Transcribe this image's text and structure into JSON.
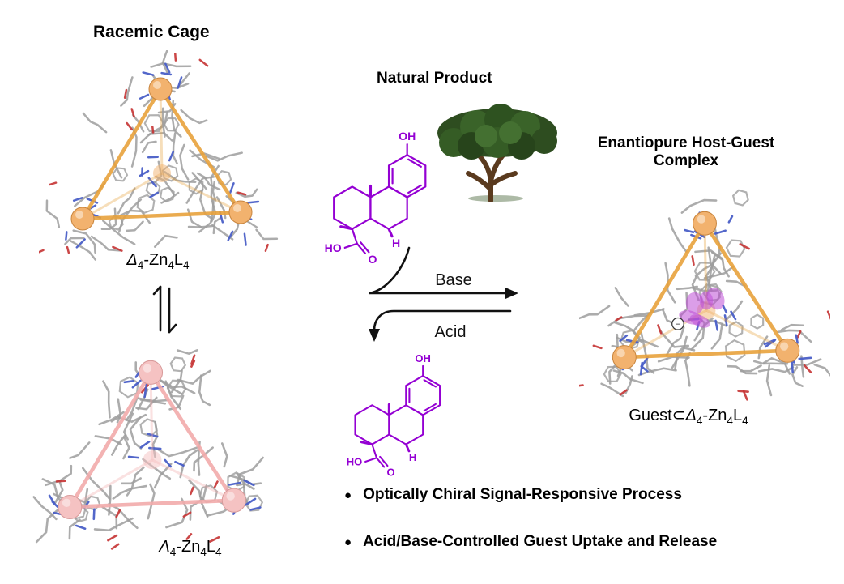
{
  "titles": {
    "racemic_cage": "Racemic Cage",
    "natural_product": "Natural Product",
    "host_guest_complex": "Enantiopure Host-Guest Complex"
  },
  "labels": {
    "delta_cage": [
      {
        "t": "Δ",
        "i": true
      },
      {
        "t": "4",
        "sub": true
      },
      {
        "t": "-Zn"
      },
      {
        "t": "4",
        "sub": true
      },
      {
        "t": "L"
      },
      {
        "t": "4",
        "sub": true
      }
    ],
    "lambda_cage": [
      {
        "t": "Λ",
        "i": true
      },
      {
        "t": "4",
        "sub": true
      },
      {
        "t": "-Zn"
      },
      {
        "t": "4",
        "sub": true
      },
      {
        "t": "L"
      },
      {
        "t": "4",
        "sub": true
      }
    ],
    "host_guest": [
      {
        "t": "Guest⊂"
      },
      {
        "t": "Δ",
        "i": true
      },
      {
        "t": "4",
        "sub": true
      },
      {
        "t": "-Zn"
      },
      {
        "t": "4",
        "sub": true
      },
      {
        "t": "L"
      },
      {
        "t": "4",
        "sub": true
      }
    ]
  },
  "arrows": {
    "forward_label": "Base",
    "reverse_label": "Acid"
  },
  "molecule": {
    "oh": "OH",
    "ho": "HO",
    "o": "O",
    "h": "H"
  },
  "complex": {
    "charge": "−"
  },
  "bullets": [
    "Optically Chiral Signal-Responsive Process",
    "Acid/Base-Controlled Guest Uptake and Release"
  ],
  "bullet_glyph": "●",
  "icons": {
    "tree": "stylized-green-tree",
    "equilibrium": "vertical-equilibrium-harpoons",
    "charge": "circled-minus"
  },
  "colors": {
    "delta_edge": "#E8A23C",
    "delta_sphere": "#F2B26E",
    "delta_sphere_stroke": "#C8853E",
    "lambda_edge": "#F2ABAB",
    "lambda_sphere": "#F5C2C2",
    "lambda_sphere_stroke": "#D89A9A",
    "guest": "#BE4FD6",
    "molecule": "#9400D3",
    "stick_gray": "#9E9E9E",
    "nitrogen_blue": "#4A5FC8",
    "oxygen_red": "#C63434",
    "arrow_black": "#111111"
  }
}
